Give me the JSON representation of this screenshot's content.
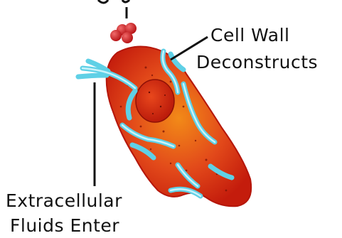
{
  "labels": {
    "cell_wall_line1": "Cell Wall",
    "cell_wall_line2": "Deconstructs",
    "fluids_line1": "Extracellular",
    "fluids_line2": "Fluids Enter"
  },
  "colors": {
    "cell_body": "#d8240f",
    "cell_edge": "#b5160a",
    "cell_glow": "#f07a12",
    "nucleus": "#c8210d",
    "fluid": "#5fd0e6",
    "fluid_light": "#b8eef7",
    "particle": "#d01f1f",
    "line": "#111111"
  }
}
